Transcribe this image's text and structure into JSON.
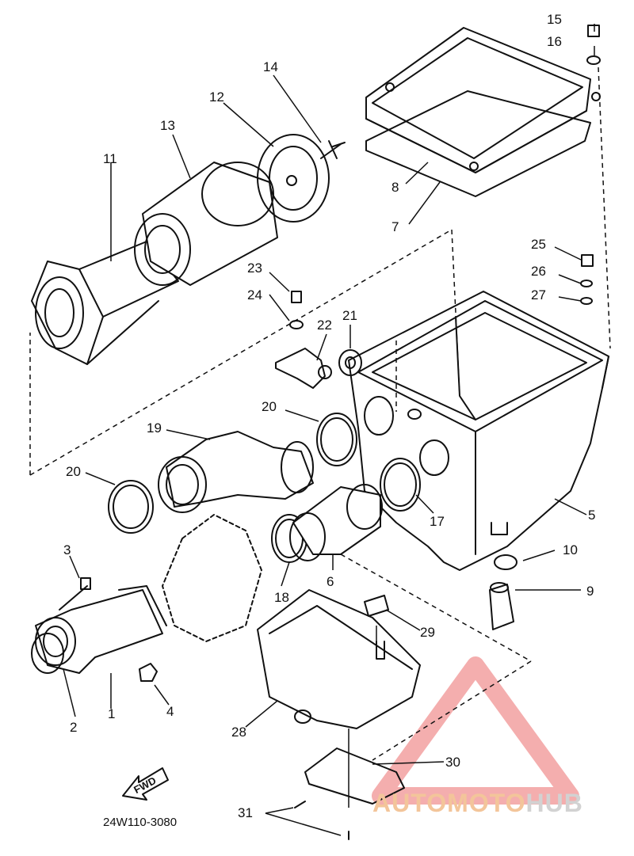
{
  "diagram": {
    "part_labels": [
      "1",
      "2",
      "3",
      "4",
      "5",
      "6",
      "7",
      "8",
      "9",
      "10",
      "11",
      "12",
      "13",
      "14",
      "15",
      "16",
      "17",
      "18",
      "19",
      "20",
      "20",
      "21",
      "22",
      "23",
      "24",
      "25",
      "26",
      "27",
      "28",
      "29",
      "30",
      "31"
    ],
    "drawing_code": "24W110-3080",
    "fwd_label": "FWD"
  },
  "watermark": {
    "part_a": "AUTOMOTO",
    "part_b": "HUB",
    "colors": {
      "triangle": "#f2a0a0",
      "text_a": "#f3c59a",
      "text_b": "#d2d2d2"
    }
  }
}
